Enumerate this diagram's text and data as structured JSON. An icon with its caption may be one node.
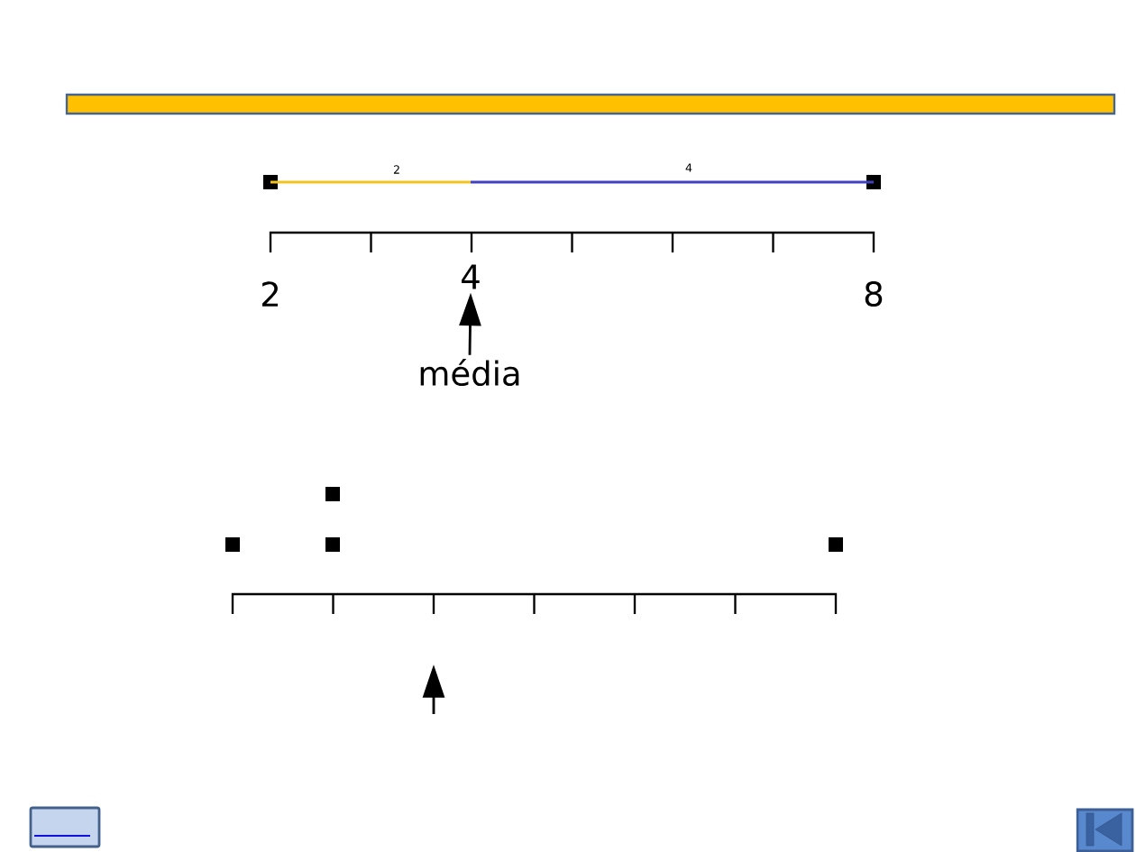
{
  "diagram": {
    "nodes": [
      {
        "text": [
          "4"
        ]
      },
      {
        "text": [
          "média"
        ]
      }
    ],
    "edges": [
      {
        "from": 1,
        "to": 0,
        "arrow": "to"
      }
    ],
    "labels": [
      "2",
      "4",
      "2",
      "8"
    ]
  }
}
